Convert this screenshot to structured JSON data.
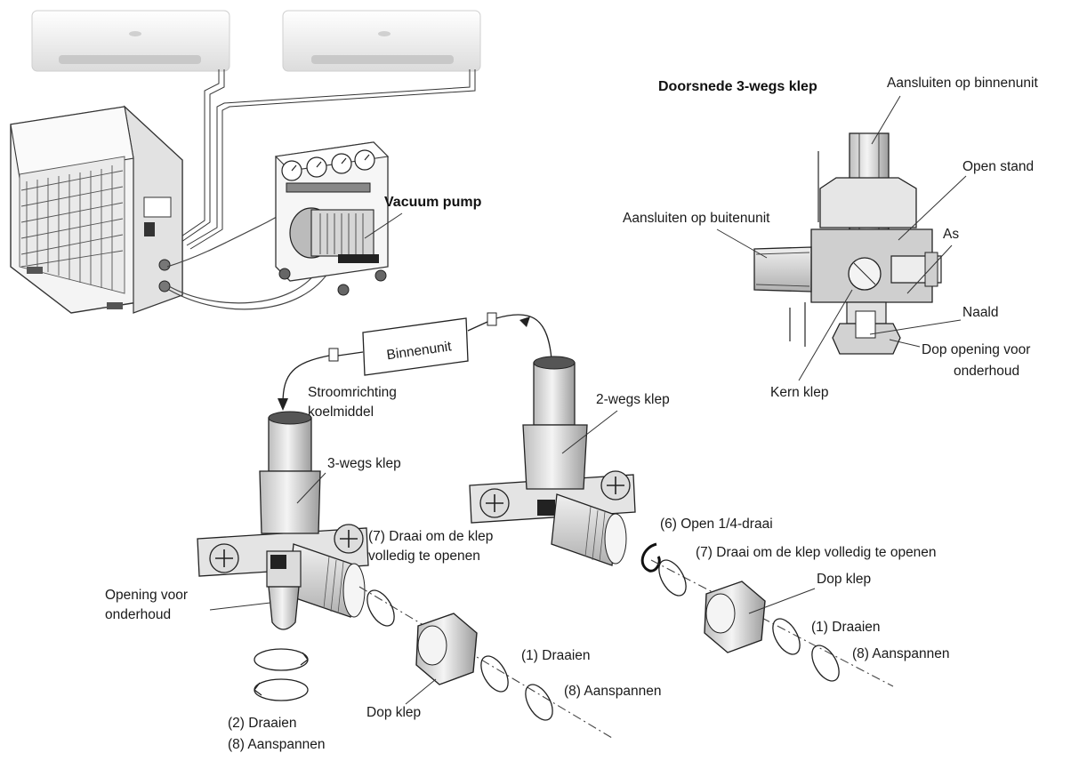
{
  "labels": {
    "vacuum_pump": "Vacuum pump",
    "section_title": "Doorsnede 3-wegs klep",
    "connect_indoor": "Aansluiten op binnenunit",
    "open_position": "Open stand",
    "connect_outdoor": "Aansluiten op buitenunit",
    "shaft": "As",
    "needle": "Naald",
    "service_cap_1": "Dop opening voor",
    "service_cap_2": "onderhoud",
    "core_valve": "Kern klep",
    "indoor_unit": "Binnenunit",
    "flow_1": "Stroomrichting",
    "flow_2": "koelmiddel",
    "two_way_valve": "2-wegs klep",
    "three_way_valve": "3-wegs klep",
    "turn_open_left_1": "(7) Draai om de klep",
    "turn_open_left_2": "volledig te openen",
    "open_quarter": "(6) Open 1/4-draai",
    "turn_open_right": "(7) Draai om de klep volledig te openen",
    "cap_right": "Dop klep",
    "turn_right": "(1) Draaien",
    "tighten_right": "(8) Aanspannen",
    "service_port_1": "Opening voor",
    "service_port_2": "onderhoud",
    "turn_mid": "(1) Draaien",
    "tighten_mid": "(8) Aanspannen",
    "cap_left": "Dop klep",
    "turn_left": "(2) Draaien",
    "tighten_left": "(8) Aanspannen"
  },
  "colors": {
    "line": "#222222",
    "unit_fill": "#f2f2f2",
    "metal_light": "#ececec",
    "metal_mid": "#d4d4d4",
    "metal_dark": "#a8a8a8"
  }
}
